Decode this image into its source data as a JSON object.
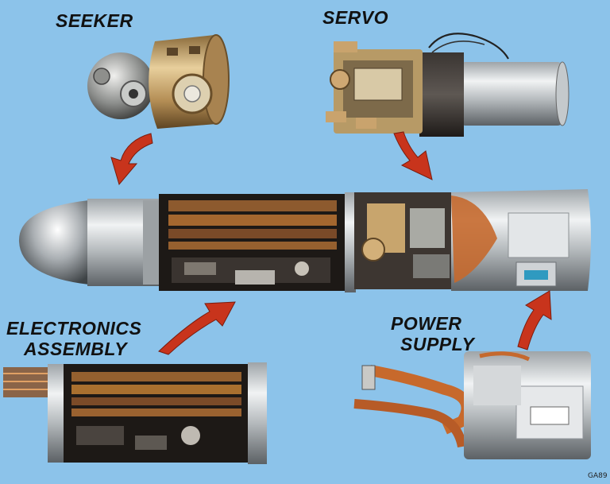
{
  "labels": {
    "seeker": "SEEKER",
    "servo": "SERVO",
    "electronics_line1": "ELECTRONICS",
    "electronics_line2": "ASSEMBLY",
    "power_line1": "POWER",
    "power_line2": "SUPPLY"
  },
  "figure_code": "GA89",
  "colors": {
    "background": "#8cc3ea",
    "arrow": "#c8341c",
    "metal_light": "#d8dde0",
    "metal_dark": "#6d7276",
    "gold": "#b99255",
    "copper": "#c46a2e",
    "board_dark": "#2a2420"
  },
  "icons": [
    "arrow-curved-icon"
  ]
}
